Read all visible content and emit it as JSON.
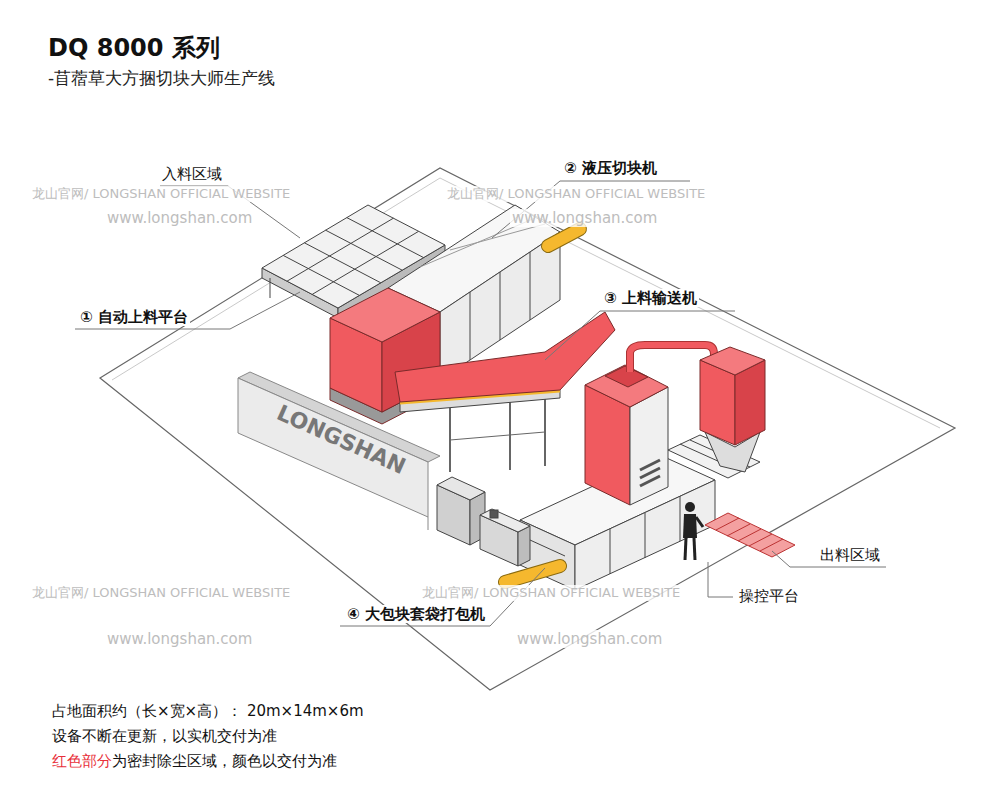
{
  "diagram": {
    "title": "DQ 8000 系列",
    "labels": [
      "-苜蓿草大方捆切块大师生产线",
      "入料区域",
      "② 液压切块机",
      "① 自动上料平台",
      "③ 上料输送机",
      "LONGSHAN",
      "出料区域",
      "操控平台",
      "④ 大包块套袋打包机",
      "龙山官网/ LONGSHAN OFFICIAL WEBSITE",
      "www.longshan.com",
      "龙山官网/ LONGSHAN OFFICIAL WEBSITE",
      "www.longshan.com",
      "龙山官网/ LONGSHAN OFFICIAL WEBSITE",
      "www.longshan.com",
      "龙山官网/ LONGSHAN OFFICIAL WEBSITE",
      "www.longshan.com",
      "占地面积约（长×宽×高）： 20m×14m×6m",
      "设备不断在更新，以实机交付为准",
      "红色部分",
      "为密封除尘区域，颜色以交付为准"
    ]
  }
}
